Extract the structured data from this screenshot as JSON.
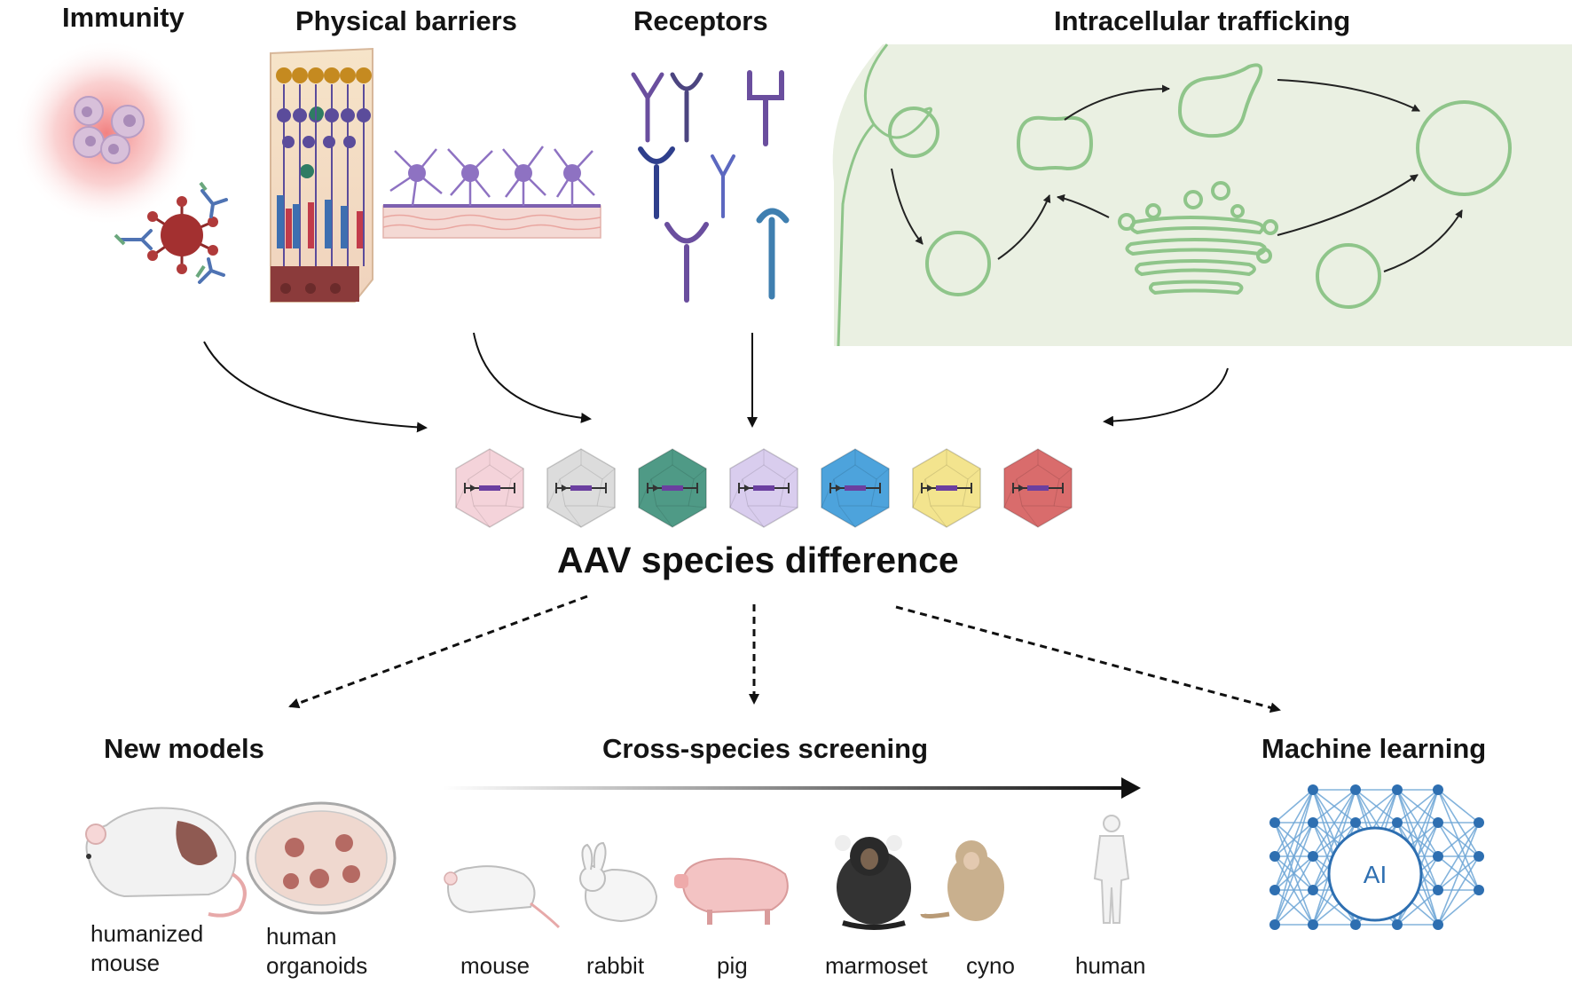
{
  "headings": {
    "immunity": "Immunity",
    "physical_barriers": "Physical barriers",
    "receptors": "Receptors",
    "intracellular_trafficking": "Intracellular trafficking"
  },
  "center_title": "AAV species difference",
  "outcomes": {
    "new_models": "New models",
    "cross_species": "Cross-species screening",
    "machine_learning": "Machine learning"
  },
  "new_models_items": [
    "humanized",
    "mouse",
    "human",
    "organoids"
  ],
  "species": [
    "mouse",
    "rabbit",
    "pig",
    "marmoset",
    "cyno",
    "human"
  ],
  "ai_label": "AI",
  "capsid_colors": [
    "#f4d3da",
    "#dcdcdc",
    "#4f9a86",
    "#d9cdee",
    "#4da3dc",
    "#f3e48e",
    "#d96c6c"
  ]
}
